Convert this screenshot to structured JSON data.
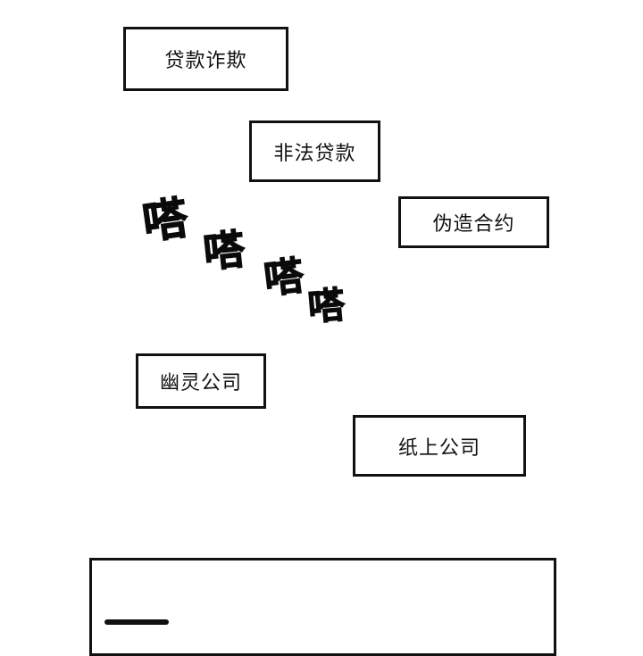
{
  "captions": [
    {
      "text": "贷款诈欺"
    },
    {
      "text": "非法贷款"
    },
    {
      "text": "伪造合约"
    },
    {
      "text": "幽灵公司"
    },
    {
      "text": "纸上公司"
    }
  ],
  "sound_effects": [
    {
      "text": "嗒"
    },
    {
      "text": "嗒"
    },
    {
      "text": "嗒"
    },
    {
      "text": "嗒"
    }
  ],
  "colors": {
    "ink": "#111111",
    "background": "#ffffff"
  }
}
